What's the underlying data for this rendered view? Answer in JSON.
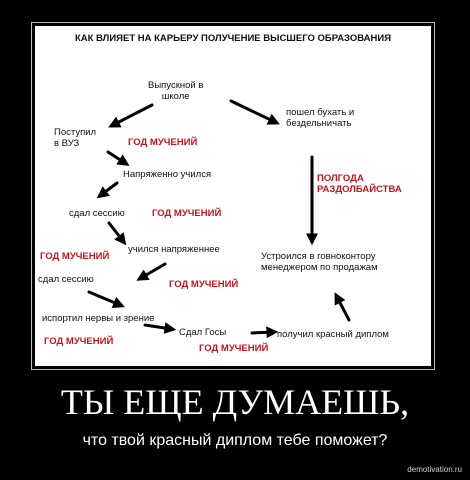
{
  "diagram": {
    "title": "КАК ВЛИЯЕТ НА КАРЬЕРУ ПОЛУЧЕНИЕ ВЫСШЕГО ОБРАЗОВАНИЯ",
    "nodes": {
      "graduation": "Выпускной в\nшколе",
      "university": "Поступил\nв ВУЗ",
      "drinking": "пошел бухать и\nбездельничать",
      "studied_hard": "Напряженно учился",
      "session_1": "сдал сессию",
      "studied_harder": "учился напряженнее",
      "session_2": "сдал сессию",
      "ruined_health": "испортил нервы и зрение",
      "state_exams": "Сдал Госы",
      "red_diploma": "получил красный диплом",
      "job": "Устроился в говноконтору\nменеджером по продажам"
    },
    "labels": {
      "year_1": "ГОД МУЧЕНИЙ",
      "year_2": "ГОД МУЧЕНИЙ",
      "year_3": "ГОД МУЧЕНИЙ",
      "year_4": "ГОД МУЧЕНИЙ",
      "year_5": "ГОД МУЧЕНИЙ",
      "year_6": "ГОД МУЧЕНИЙ",
      "slacking": "ПОЛГОДА\nРАЗДОЛБАЙСТВА"
    },
    "colors": {
      "text": "#111111",
      "accent": "#c4161c",
      "arrow": "#000000"
    }
  },
  "poster": {
    "headline": "ТЫ ЕЩЕ ДУМАЕШЬ,",
    "subline": "что твой красный диплом тебе поможет?",
    "site": "demotivation.ru",
    "background": "#000000"
  }
}
